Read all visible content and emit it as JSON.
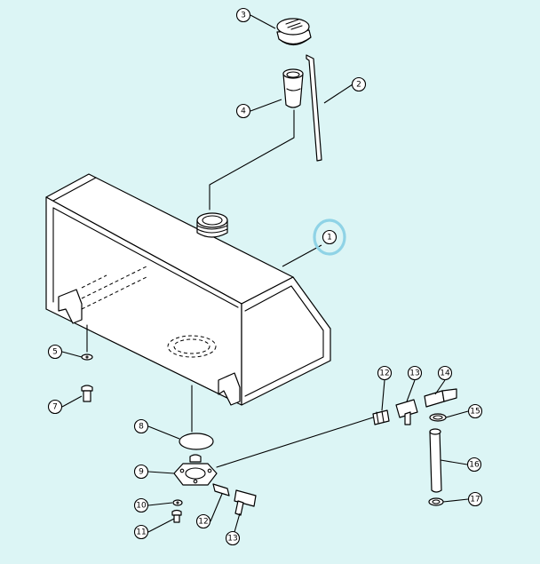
{
  "callouts": [
    {
      "id": "c1",
      "label": "1"
    },
    {
      "id": "c2",
      "label": "2"
    },
    {
      "id": "c3",
      "label": "3"
    },
    {
      "id": "c4",
      "label": "4"
    },
    {
      "id": "c5",
      "label": "5"
    },
    {
      "id": "c7",
      "label": "7"
    },
    {
      "id": "c8",
      "label": "8"
    },
    {
      "id": "c9",
      "label": "9"
    },
    {
      "id": "c10",
      "label": "10"
    },
    {
      "id": "c11",
      "label": "11"
    },
    {
      "id": "c12a",
      "label": "12"
    },
    {
      "id": "c12b",
      "label": "12"
    },
    {
      "id": "c13a",
      "label": "13"
    },
    {
      "id": "c13b",
      "label": "13"
    },
    {
      "id": "c14",
      "label": "14"
    },
    {
      "id": "c15",
      "label": "15"
    },
    {
      "id": "c16",
      "label": "16"
    },
    {
      "id": "c17",
      "label": "17"
    }
  ],
  "colors": {
    "background": "#dcf5f5",
    "highlight_ring": "#8fd3e6",
    "line": "#000000",
    "part_fill": "#ffffff"
  },
  "highlighted_callout": "1"
}
